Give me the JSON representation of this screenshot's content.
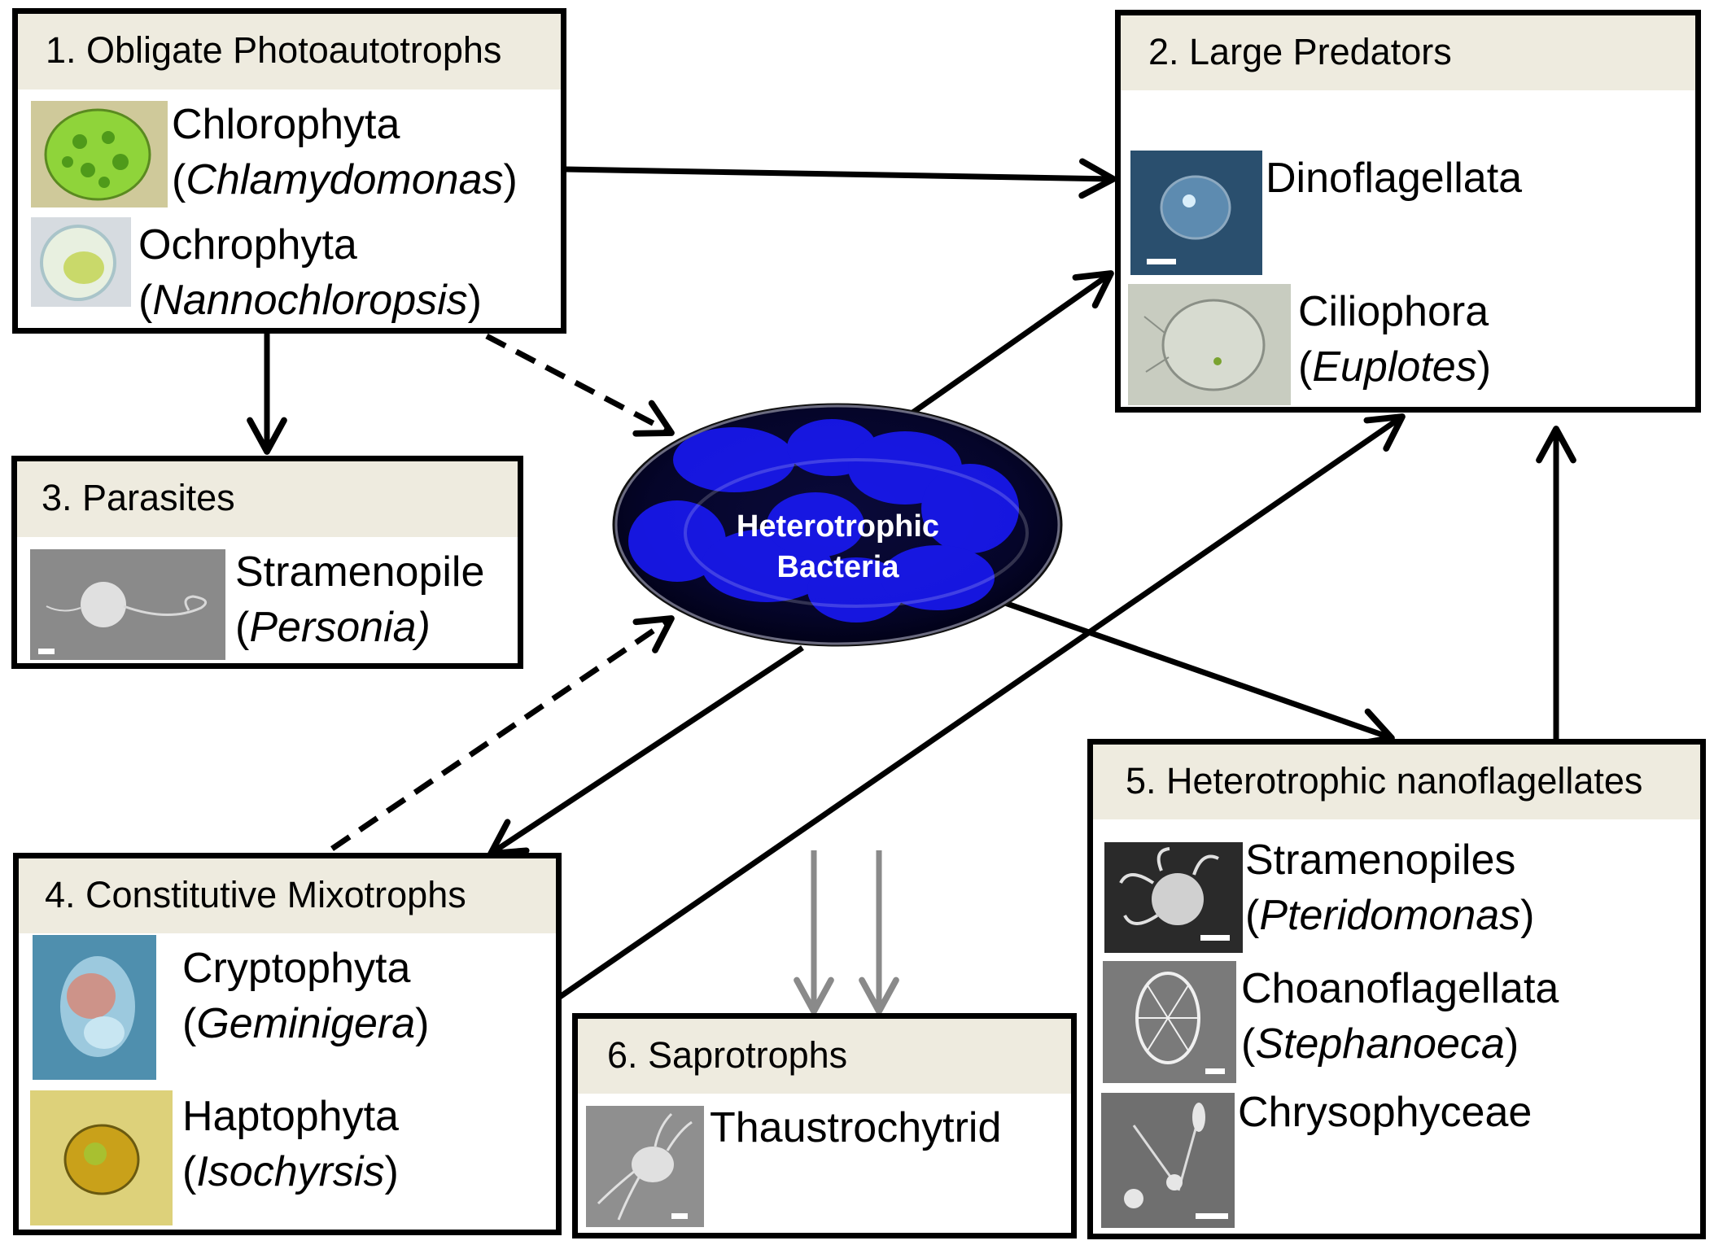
{
  "boxes": {
    "photoautotrophs": {
      "title": "1.  Obligate Photoautotrophs",
      "items": [
        {
          "name": "Chlorophyta",
          "paren_open": "(",
          "genus": "Chlamydomonas",
          "paren_close": ")"
        },
        {
          "name": "Ochrophyta",
          "paren_open": "(",
          "genus": "Nannochloropsis",
          "paren_close": ")"
        }
      ]
    },
    "predators": {
      "title": "2. Large Predators",
      "items": [
        {
          "name": "Dinoflagellata"
        },
        {
          "name": "Ciliophora",
          "paren_open": "(",
          "genus": "Euplotes",
          "paren_close": ")"
        }
      ]
    },
    "parasites": {
      "title": "3. Parasites",
      "items": [
        {
          "name": "Stramenopile",
          "paren_open": "(",
          "genus": "Personia)"
        }
      ]
    },
    "mixotrophs": {
      "title": "4. Constitutive Mixotrophs",
      "items": [
        {
          "name": "Cryptophyta",
          "paren_open": "(",
          "genus": "Geminigera",
          "paren_close": ")"
        },
        {
          "name": "Haptophyta",
          "paren_open": "(",
          "genus": "Isochyrsis",
          "paren_close": ")"
        }
      ]
    },
    "nanoflagellates": {
      "title": "5. Heterotrophic nanoflagellates",
      "items": [
        {
          "name": "Stramenopiles",
          "paren_open": "(",
          "genus": "Pteridomonas",
          "paren_close": ")"
        },
        {
          "name": "Choanoflagellata",
          "paren_open": "(",
          "genus": "Stephanoeca",
          "paren_close": ")"
        },
        {
          "name": "Chrysophyceae"
        }
      ]
    },
    "saprotrophs": {
      "title": "6. Saprotrophs",
      "items": [
        {
          "name": "Thaustrochytrid"
        }
      ]
    }
  },
  "bacteria": {
    "line1": "Heterotrophic",
    "line2": "Bacteria"
  },
  "colors": {
    "header_bg": "#eeebdf",
    "arrow": "#000000",
    "arrow_gray": "#8a8a8a",
    "bacteria_blue": "#1a1aff"
  }
}
